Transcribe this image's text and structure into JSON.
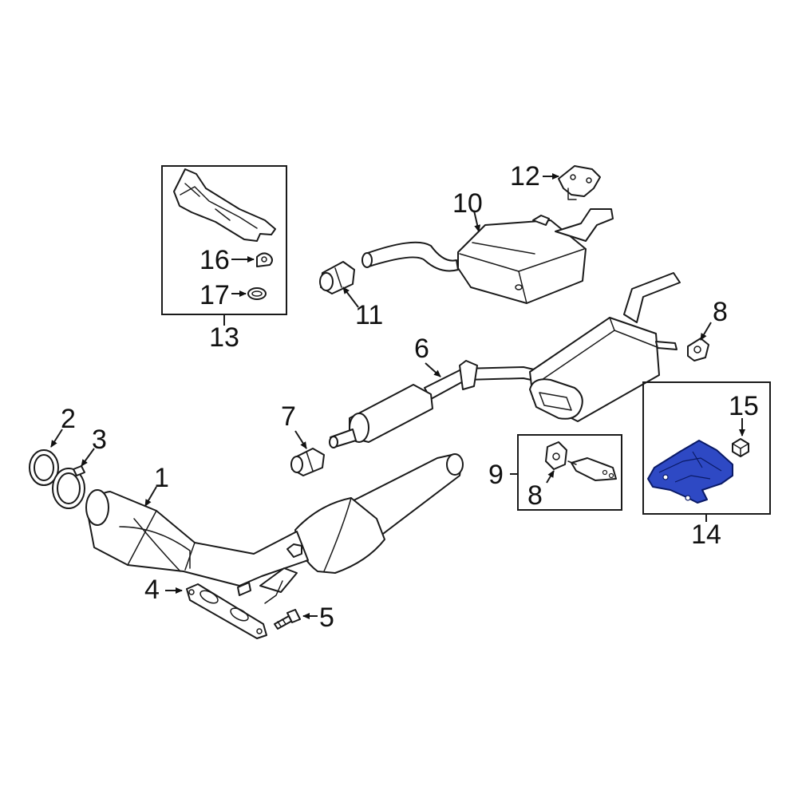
{
  "diagram": {
    "callouts": {
      "c1": "1",
      "c2": "2",
      "c3": "3",
      "c4": "4",
      "c5": "5",
      "c6": "6",
      "c7": "7",
      "c8a": "8",
      "c8b": "8",
      "c9": "9",
      "c10": "10",
      "c11": "11",
      "c12": "12",
      "c13": "13",
      "c14": "14",
      "c15": "15",
      "c16": "16",
      "c17": "17"
    },
    "highlighted_part": "14",
    "colors": {
      "highlight": "#2e49c4",
      "line": "#1a1a1a",
      "background": "#ffffff"
    }
  }
}
